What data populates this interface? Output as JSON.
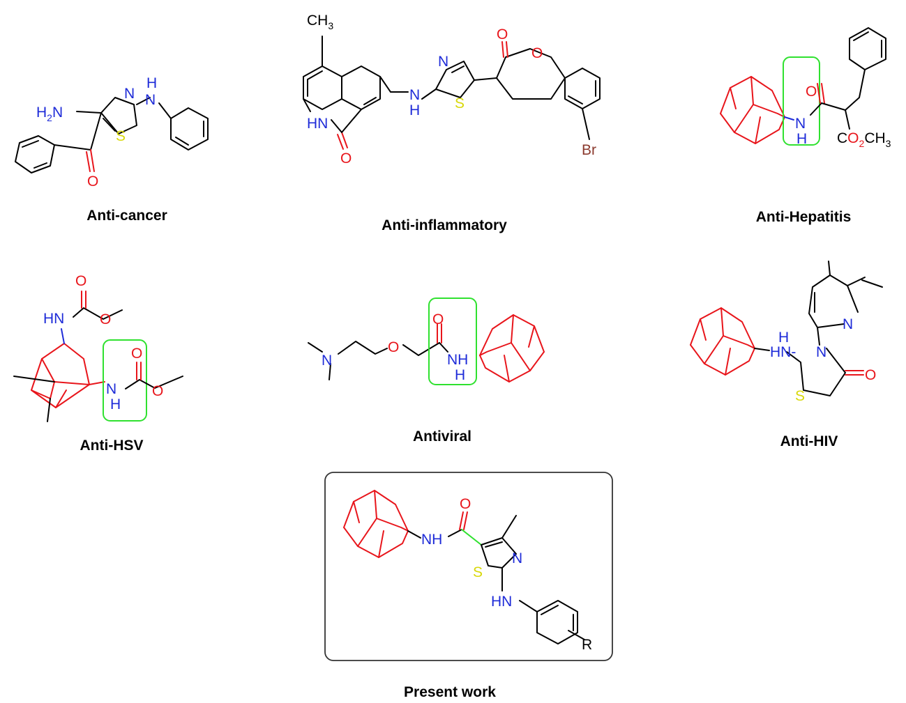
{
  "colors": {
    "bond": "#000000",
    "oxygen": "#e8151b",
    "nitrogen": "#1e2bd8",
    "sulfur": "#d8d80a",
    "bromine": "#8b3a2e",
    "adamantane": "#e8151b",
    "highlight": "#2fe12f",
    "frame": "#333333"
  },
  "atoms": {
    "O": "O",
    "N": "N",
    "S": "S",
    "H": "H",
    "NH": "NH",
    "HN": "HN",
    "HN_dash": "HN-",
    "Br": "Br",
    "R": "R",
    "H2N_main": "H",
    "H2N_sub": "2",
    "H2N_end": "N",
    "CH3_main": "CH",
    "CH3_sub": "3",
    "CO2_c": "C",
    "CO2_o": "O",
    "CO2_sub": "2",
    "CO2_end": "CH",
    "CO2_sub3": "3"
  },
  "compounds": [
    {
      "id": "anti-cancer",
      "caption": "Anti-cancer"
    },
    {
      "id": "anti-inflammatory",
      "caption": "Anti-inflammatory"
    },
    {
      "id": "anti-hepatitis",
      "caption": "Anti-Hepatitis"
    },
    {
      "id": "anti-hsv",
      "caption": "Anti-HSV"
    },
    {
      "id": "antiviral",
      "caption": "Antiviral"
    },
    {
      "id": "anti-hiv",
      "caption": "Anti-HIV"
    },
    {
      "id": "present-work",
      "caption": "Present work"
    }
  ]
}
